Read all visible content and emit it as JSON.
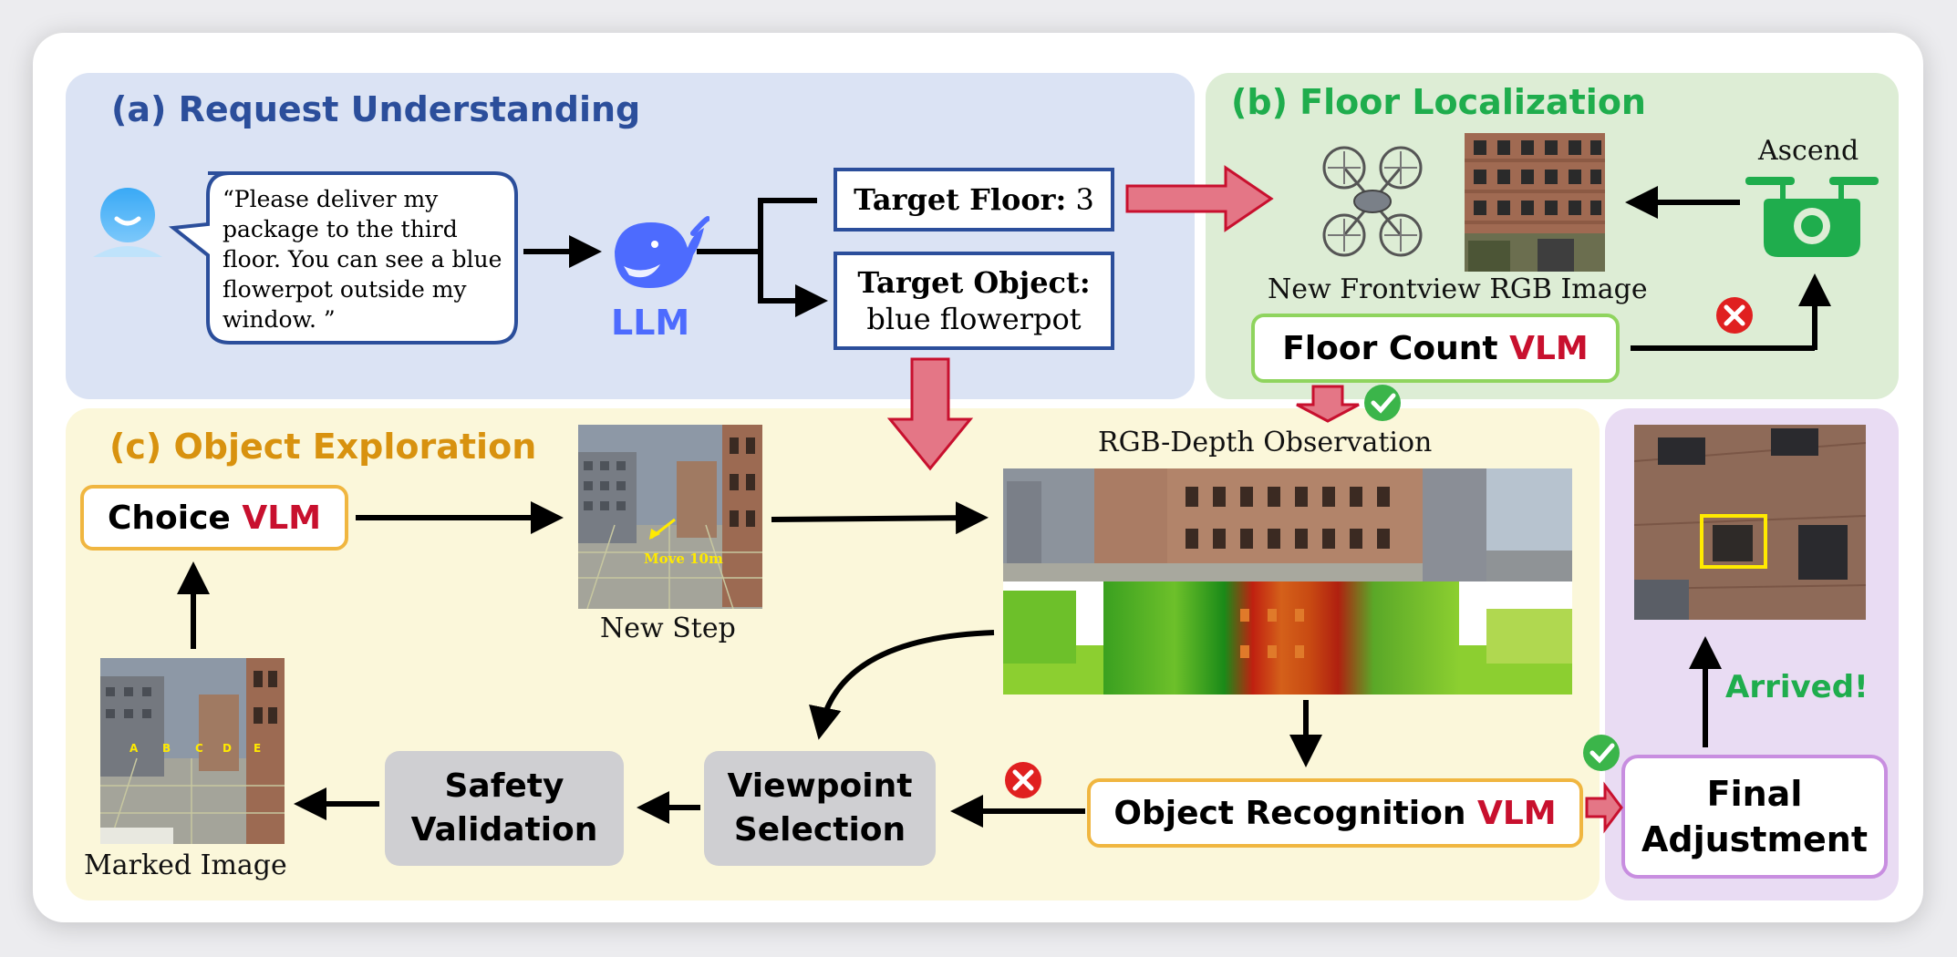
{
  "panels": {
    "a_title": "(a) Request Understanding",
    "b_title": "(b) Floor Localization",
    "c_title": "(c) Object Exploration"
  },
  "request": {
    "speech": "“Please deliver my package to the third floor. You can see a blue flowerpot outside my window. ”",
    "llm_label": "LLM",
    "target_floor_label": "Target Floor:",
    "target_floor_value": "3",
    "target_object_label": "Target Object:",
    "target_object_value": "blue flowerpot"
  },
  "floor": {
    "ascend_label": "Ascend",
    "frontview_caption": "New Frontview RGB Image",
    "floor_count_text": "Floor Count",
    "vlm": "VLM"
  },
  "exploration": {
    "choice_text": "Choice",
    "vlm": "VLM",
    "new_step_caption": "New Step",
    "move_label": "Move 10m",
    "rgbd_caption": "RGB-Depth Observation",
    "object_recognition_text": "Object Recognition",
    "viewpoint_text": "Viewpoint Selection",
    "safety_text": "Safety Validation",
    "marked_caption": "Marked Image",
    "marks": [
      "A",
      "B",
      "C",
      "D",
      "E"
    ]
  },
  "final": {
    "arrived": "Arrived!",
    "adjust_text": "Final Adjustment"
  },
  "colors": {
    "panel_a": "#dbe3f4",
    "panel_b": "#ddedd5",
    "panel_c": "#fbf7da",
    "panel_d": "#e9dcf3",
    "blue_dark": "#2b4e9b",
    "green": "#1fad4d",
    "orange": "#d8920f",
    "vlm_red": "#c8102e",
    "arrow_pink": "#e47686",
    "success_green": "#3bb54a",
    "fail_red": "#e02020"
  },
  "icons": [
    "user-avatar-icon",
    "whale-llm-icon",
    "drone-icon",
    "camera-drone-icon",
    "check-icon",
    "cross-icon"
  ]
}
